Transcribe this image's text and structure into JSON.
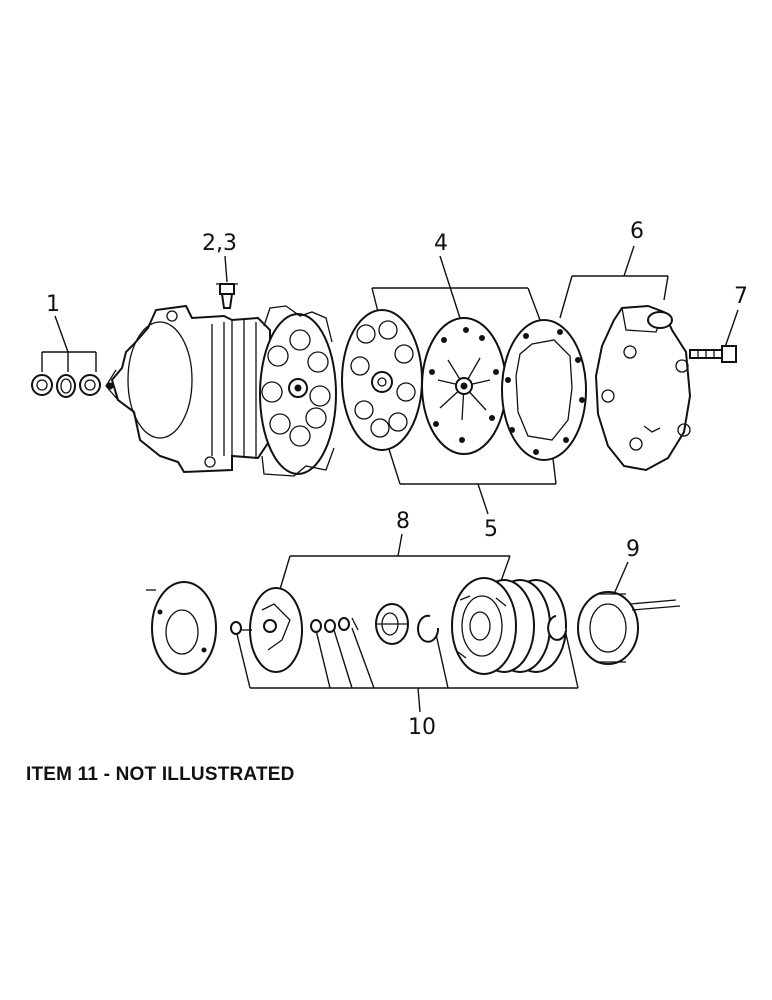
{
  "callouts": {
    "c1": "1",
    "c23": "2,3",
    "c4": "4",
    "c5": "5",
    "c6": "6",
    "c7": "7",
    "c8": "8",
    "c9": "9",
    "c10": "10"
  },
  "note": "ITEM 11 - NOT ILLUSTRATED"
}
